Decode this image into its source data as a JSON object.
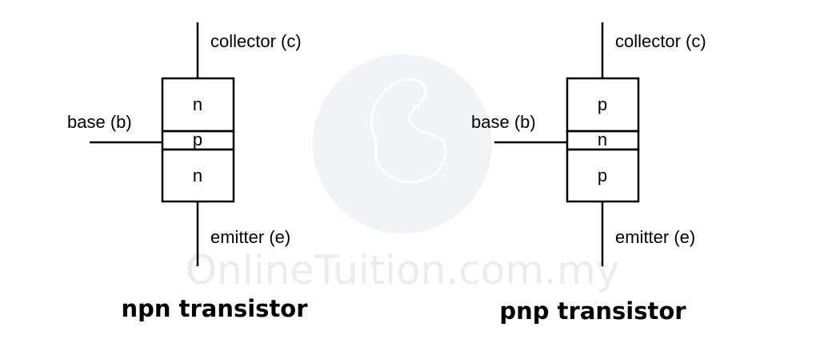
{
  "watermark": {
    "text": "OnlineTuition.com.my",
    "circle_color": "#dfe6ec"
  },
  "diagrams": [
    {
      "caption": "npn transistor",
      "collector_label": "collector (c)",
      "base_label": "base (b)",
      "emitter_label": "emitter (e)",
      "layers": [
        "n",
        "p",
        "n"
      ]
    },
    {
      "caption": "pnp transistor",
      "collector_label": "collector (c)",
      "base_label": "base (b)",
      "emitter_label": "emitter (e)",
      "layers": [
        "p",
        "n",
        "p"
      ]
    }
  ],
  "colors": {
    "stroke": "#000000",
    "background": "#ffffff"
  }
}
